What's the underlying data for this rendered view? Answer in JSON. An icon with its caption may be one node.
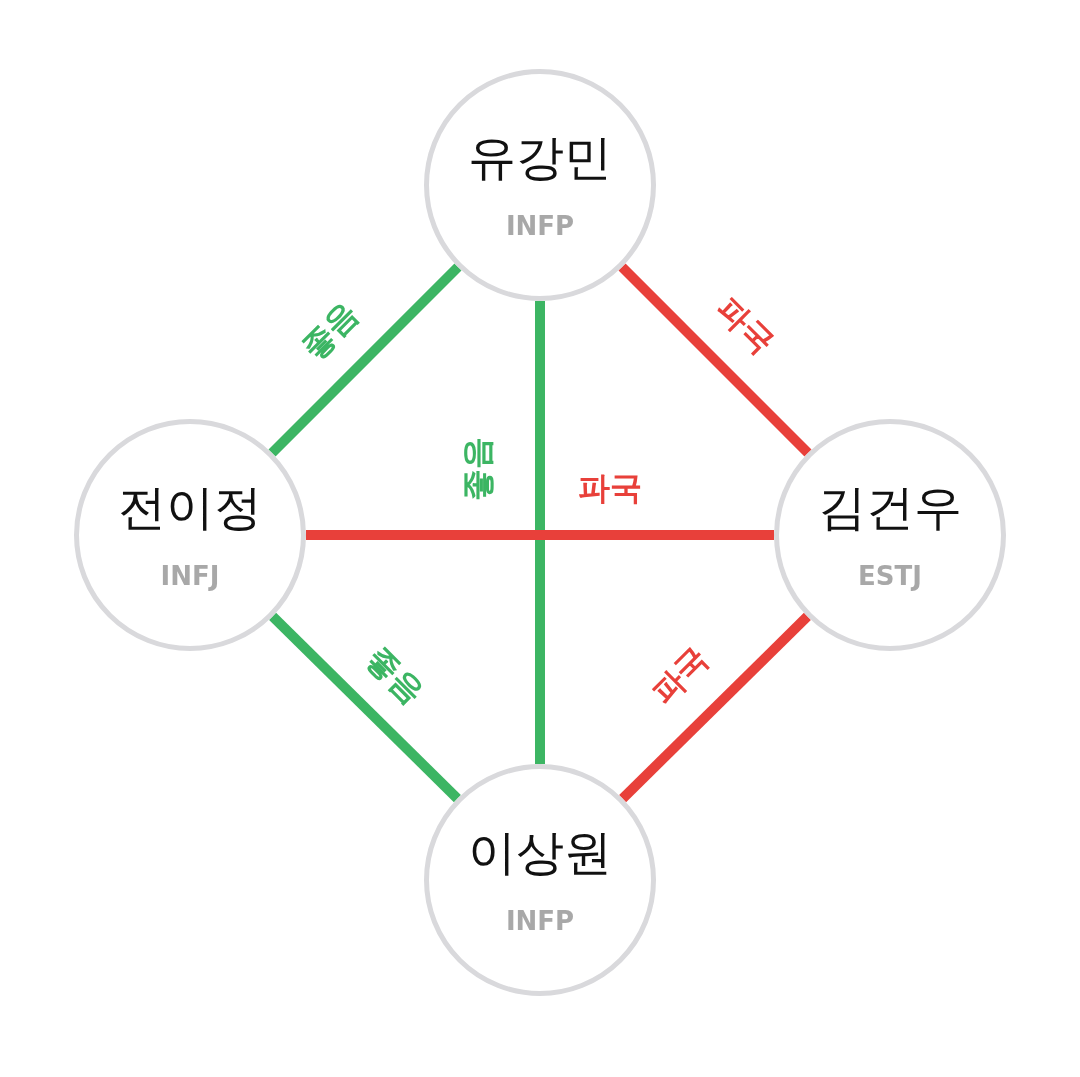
{
  "diagram": {
    "nodes": [
      {
        "text": [
          "유강민",
          "INFP"
        ]
      },
      {
        "text": [
          "전이정",
          "INFJ"
        ]
      },
      {
        "text": [
          "김건우",
          "ESTJ"
        ]
      },
      {
        "text": [
          "이상원",
          "INFP"
        ]
      }
    ],
    "edges": [
      {
        "from": 0,
        "to": 1,
        "arrow": "none",
        "label": "좋음",
        "color": "#3cb563"
      },
      {
        "from": 0,
        "to": 2,
        "arrow": "none",
        "label": "파국",
        "color": "#e8403a"
      },
      {
        "from": 0,
        "to": 3,
        "arrow": "none",
        "label": "좋음",
        "color": "#3cb563"
      },
      {
        "from": 1,
        "to": 2,
        "arrow": "none",
        "label": "파국",
        "color": "#e8403a"
      },
      {
        "from": 1,
        "to": 3,
        "arrow": "none",
        "label": "좋음",
        "color": "#3cb563"
      },
      {
        "from": 2,
        "to": 3,
        "arrow": "none",
        "label": "파국",
        "color": "#e8403a"
      }
    ]
  }
}
